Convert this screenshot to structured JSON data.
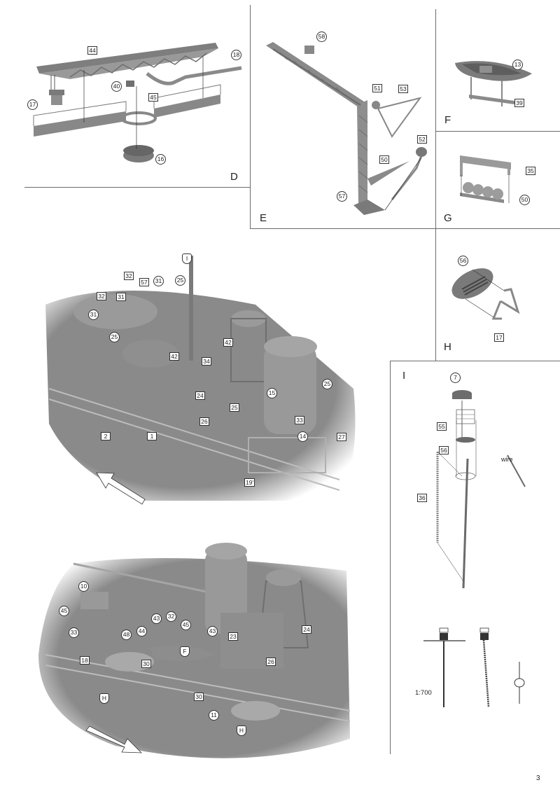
{
  "page": {
    "number": "3"
  },
  "panels": {
    "D": {
      "letter": "D",
      "callouts": {
        "p44": "44",
        "p18": "18",
        "p17": "17",
        "p40": "40",
        "p45": "45",
        "p16": "16"
      }
    },
    "E": {
      "letter": "E",
      "callouts": {
        "p58": "58",
        "p51": "51",
        "p53": "53",
        "p52": "52",
        "p50": "50",
        "p57": "57"
      }
    },
    "F": {
      "letter": "F",
      "callouts": {
        "p13": "13",
        "p39": "39"
      }
    },
    "G": {
      "letter": "G",
      "callouts": {
        "p35": "35",
        "p50": "50"
      }
    },
    "H": {
      "letter": "H",
      "callouts": {
        "p56": "56",
        "p17": "17"
      }
    },
    "I": {
      "letter": "I",
      "callouts": {
        "p7": "7",
        "p55": "55",
        "p56": "56",
        "p36": "36"
      },
      "wire_label": "wire",
      "scale": "1:700"
    }
  },
  "ship_upper": {
    "callouts": {
      "refI": "I",
      "p32a": "32",
      "p57": "57",
      "p31a": "31",
      "p25a": "25",
      "p32b": "32",
      "p31b": "31",
      "p31c": "31",
      "p25b": "25",
      "p42a": "42",
      "p34": "34",
      "p42b": "42",
      "p24": "24",
      "p15": "15",
      "p25c": "25",
      "p25d": "25",
      "p26": "26",
      "p33": "33",
      "p14": "14",
      "p27": "27",
      "p2": "2",
      "p1": "1",
      "p19": "19'"
    }
  },
  "ship_lower": {
    "callouts": {
      "p10": "10",
      "p45a": "45",
      "p43a": "43",
      "p32": "32",
      "p45b": "45",
      "p43b": "43",
      "p33": "33",
      "p48": "48",
      "p44": "44",
      "refF": "F",
      "p23": "23",
      "p24": "24",
      "p18": "18",
      "p26": "26",
      "p30a": "30",
      "p30b": "30",
      "refH1": "H",
      "p11": "11",
      "refH2": "H"
    }
  },
  "colors": {
    "model_gray": "#8a8a8a",
    "model_dark": "#6e6e6e",
    "model_light": "#a9a9a9",
    "divider": "#6b6b6b"
  }
}
